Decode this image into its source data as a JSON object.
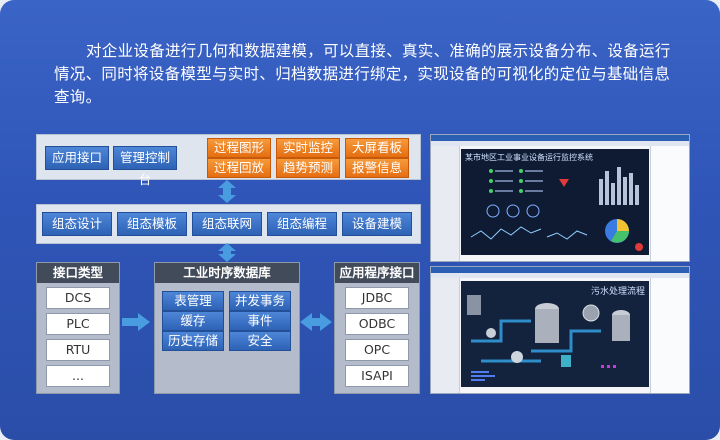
{
  "intro": {
    "text": "对企业设备进行几何和数据建模，可以直接、真实、准确的展示设备分布、设备运行情况、同时将设备模型与实时、归档数据进行绑定，实现设备的可视化的定位与基础信息查询。"
  },
  "top_panel": {
    "buttons": [
      "应用接口",
      "管理控制台"
    ],
    "features": [
      "过程图形",
      "实时监控",
      "大屏看板",
      "过程回放",
      "趋势预测",
      "报警信息"
    ]
  },
  "mid_panel": {
    "buttons": [
      "组态设计",
      "组态模板",
      "组态联网",
      "组态编程",
      "设备建模"
    ]
  },
  "interface_types": {
    "title": "接口类型",
    "items": [
      "DCS",
      "PLC",
      "RTU",
      "..."
    ]
  },
  "database": {
    "title": "工业时序数据库",
    "items": [
      "表管理",
      "并发事务",
      "缓存",
      "事件",
      "历史存储",
      "安全"
    ]
  },
  "app_interfaces": {
    "title": "应用程序接口",
    "items": [
      "JDBC",
      "ODBC",
      "OPC",
      "ISAPI"
    ]
  },
  "screenshots": {
    "top_title": "某市地区工业事业设备运行监控系统",
    "bottom_title": "污水处理流程"
  },
  "colors": {
    "background": "#2f55b8",
    "blue_button": "#2d62b5",
    "orange_button": "#e56e12",
    "arrow": "#4a9ce0",
    "dark_header": "#424b5a"
  }
}
